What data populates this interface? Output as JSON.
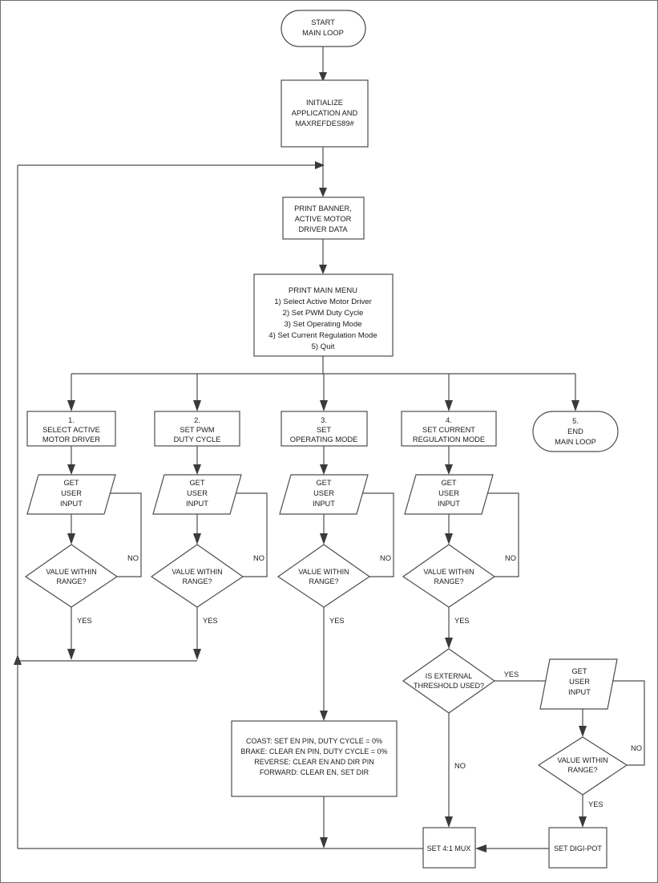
{
  "diagram": {
    "title": "MAXREFDES89# Main Loop Firmware Flowchart",
    "type": "flowchart",
    "colors": {
      "shape_stroke": "#4d4d4d",
      "shape_fill": "#ffffff",
      "connector": "#4d4d4d",
      "arrowhead": "#3a3a3a",
      "text": "#1b1b1b",
      "frame_border": "#6f6f6f"
    },
    "nodes": {
      "start": {
        "shape": "terminator",
        "lines": [
          "START",
          "MAIN LOOP"
        ]
      },
      "initialize": {
        "shape": "process",
        "lines": [
          "INITIALIZE",
          "APPLICATION AND",
          "MAXREFDES89#"
        ]
      },
      "print_banner": {
        "shape": "process",
        "lines": [
          "PRINT BANNER,",
          "ACTIVE  MOTOR",
          "DRIVER DATA"
        ]
      },
      "print_main_menu": {
        "shape": "process",
        "lines": [
          "PRINT MAIN MENU",
          "1) Select Active Motor Driver",
          "2) Set PWM Duty Cycle",
          "3) Set Operating Mode",
          "4) Set Current Regulation Mode",
          "5) Quit"
        ]
      },
      "opt1": {
        "shape": "process",
        "lines": [
          "1.",
          "SELECT ACTIVE",
          "MOTOR DRIVER"
        ]
      },
      "opt2": {
        "shape": "process",
        "lines": [
          "2.",
          "SET PWM",
          "DUTY CYCLE"
        ]
      },
      "opt3": {
        "shape": "process",
        "lines": [
          "3.",
          "SET",
          "OPERATING MODE"
        ]
      },
      "opt4": {
        "shape": "process",
        "lines": [
          "4.",
          "SET CURRENT",
          "REGULATION MODE"
        ]
      },
      "opt5": {
        "shape": "terminator",
        "lines": [
          "5.",
          "END",
          "MAIN LOOP"
        ]
      },
      "input1": {
        "shape": "io",
        "lines": [
          "GET",
          "USER",
          "INPUT"
        ]
      },
      "input2": {
        "shape": "io",
        "lines": [
          "GET",
          "USER",
          "INPUT"
        ]
      },
      "input3": {
        "shape": "io",
        "lines": [
          "GET",
          "USER",
          "INPUT"
        ]
      },
      "input4": {
        "shape": "io",
        "lines": [
          "GET",
          "USER",
          "INPUT"
        ]
      },
      "input5": {
        "shape": "io",
        "lines": [
          "GET",
          "USER",
          "INPUT"
        ]
      },
      "check1": {
        "shape": "decision",
        "lines": [
          "VALUE WITHIN",
          "RANGE?"
        ]
      },
      "check2": {
        "shape": "decision",
        "lines": [
          "VALUE WITHIN",
          "RANGE?"
        ]
      },
      "check3": {
        "shape": "decision",
        "lines": [
          "VALUE WITHIN",
          "RANGE?"
        ]
      },
      "check4": {
        "shape": "decision",
        "lines": [
          "VALUE WITHIN",
          "RANGE?"
        ]
      },
      "check5": {
        "shape": "decision",
        "lines": [
          "VALUE WITHIN",
          "RANGE?"
        ]
      },
      "ext_threshold": {
        "shape": "decision",
        "lines": [
          "IS EXTERNAL",
          "THRESHOLD USED?"
        ]
      },
      "modes": {
        "shape": "process",
        "lines": [
          "COAST: SET EN PIN, DUTY CYCLE = 0%",
          "BRAKE: CLEAR EN PIN, DUTY CYCLE = 0%",
          "REVERSE: CLEAR EN AND DIR PIN",
          "FORWARD: CLEAR EN, SET DIR"
        ]
      },
      "set_mux": {
        "shape": "process",
        "lines": [
          "SET 4:1 MUX"
        ]
      },
      "set_digipot": {
        "shape": "process",
        "lines": [
          "SET DIGI-POT"
        ]
      }
    },
    "edge_labels": {
      "no1": "NO",
      "no2": "NO",
      "no3": "NO",
      "no4": "NO",
      "no5": "NO",
      "yes1": "YES",
      "yes2": "YES",
      "yes3": "YES",
      "yes4": "YES",
      "yes5": "YES",
      "ext_yes": "YES",
      "ext_no": "NO"
    }
  }
}
